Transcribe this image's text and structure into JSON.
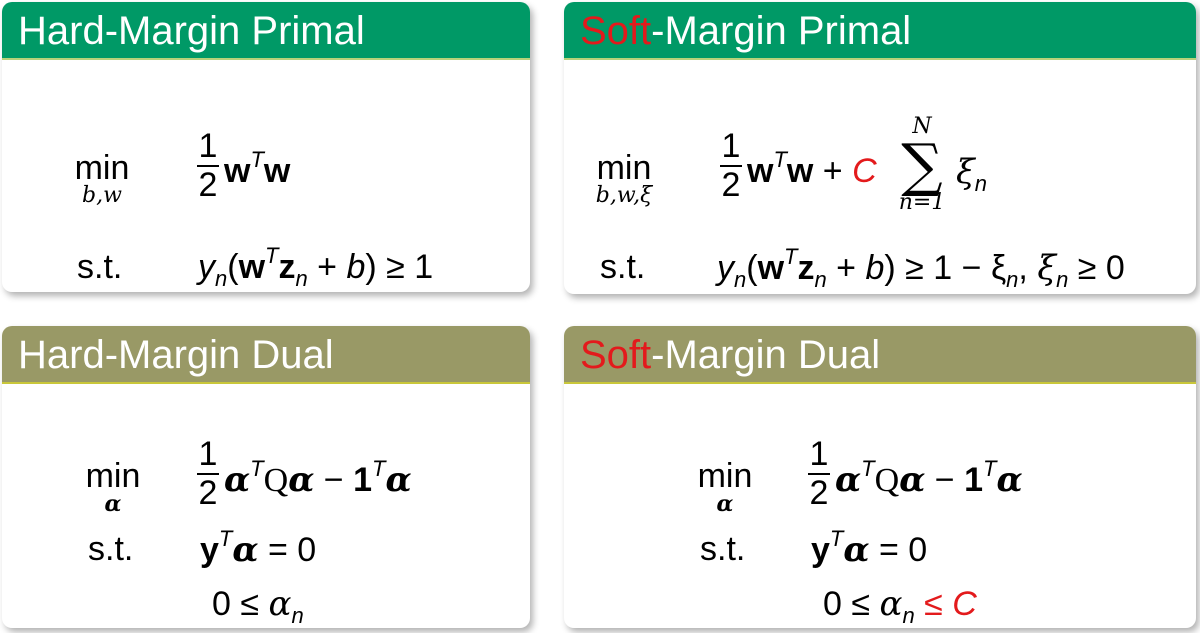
{
  "blocks": {
    "hard_primal": {
      "title": "Hard-Margin Primal",
      "objective": {
        "op": "min",
        "under": "b,w"
      },
      "st_label": "s.t.",
      "constraint_rhs": "1"
    },
    "soft_primal": {
      "title_highlight": "Soft",
      "title_rest": "-Margin Primal",
      "objective": {
        "op": "min",
        "under": "b,w,ξ",
        "penalty": "C",
        "sum_upper": "N",
        "sum_lower": "n=1"
      },
      "st_label": "s.t.",
      "constraint_rhs": "1 − ξ",
      "constraint_extra": "ξ",
      "constraint_extra_rhs": "0"
    },
    "hard_dual": {
      "title": "Hard-Margin Dual",
      "objective": {
        "op": "min",
        "under": "α"
      },
      "st_label": "s.t.",
      "eq_rhs": "0",
      "bound_lhs": "0"
    },
    "soft_dual": {
      "title_highlight": "Soft",
      "title_rest": "-Margin Dual",
      "objective": {
        "op": "min",
        "under": "α"
      },
      "st_label": "s.t.",
      "eq_rhs": "0",
      "bound_lhs": "0",
      "upper_bound": "C"
    }
  },
  "colors": {
    "primal_header": "#009966",
    "dual_header": "#999966",
    "highlight": "#e31a1c"
  }
}
